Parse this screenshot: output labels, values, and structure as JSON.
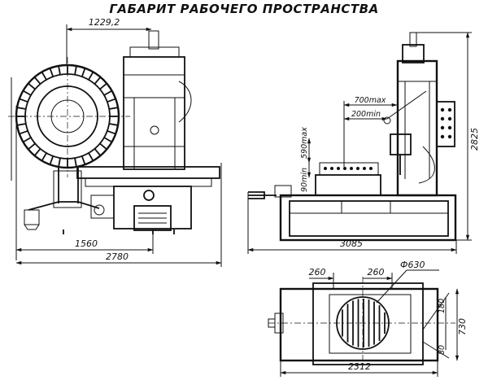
{
  "title": "ГАБАРИТ РАБОЧЕГО ПРОСТРАНСТВА",
  "front_view": {
    "dim_top": "1229,2",
    "dim_base": "1560",
    "dim_overall": "2780"
  },
  "side_view": {
    "dim_700max": "700max",
    "dim_200min": "200min",
    "dim_590max": "590max",
    "dim_90min": "90min",
    "dim_height": "2825",
    "dim_length": "3085"
  },
  "plan_view": {
    "dim_260_left": "260",
    "dim_260_right": "260",
    "dim_diameter": "Ф630",
    "dim_180": "180",
    "dim_730": "730",
    "dim_80": "80",
    "dim_length": "2312"
  }
}
